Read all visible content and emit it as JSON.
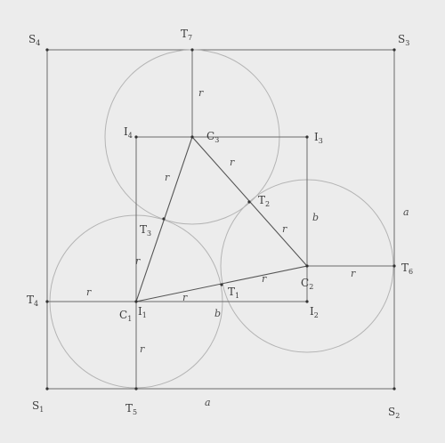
{
  "labels": {
    "S1": {
      "main": "S",
      "sub": "1"
    },
    "S2": {
      "main": "S",
      "sub": "2"
    },
    "S3": {
      "main": "S",
      "sub": "3"
    },
    "S4": {
      "main": "S",
      "sub": "4"
    },
    "T1": {
      "main": "T",
      "sub": "1"
    },
    "T2": {
      "main": "T",
      "sub": "2"
    },
    "T3": {
      "main": "T",
      "sub": "3"
    },
    "T4": {
      "main": "T",
      "sub": "4"
    },
    "T5": {
      "main": "T",
      "sub": "5"
    },
    "T6": {
      "main": "T",
      "sub": "6"
    },
    "T7": {
      "main": "T",
      "sub": "7"
    },
    "C1": {
      "main": "C",
      "sub": "1"
    },
    "C2": {
      "main": "C",
      "sub": "2"
    },
    "C3": {
      "main": "C",
      "sub": "3"
    },
    "I1": {
      "main": "I",
      "sub": "1"
    },
    "I2": {
      "main": "I",
      "sub": "2"
    },
    "I3": {
      "main": "I",
      "sub": "3"
    },
    "I4": {
      "main": "I",
      "sub": "4"
    }
  },
  "symbols": {
    "r": "r",
    "a": "a",
    "b": "b"
  }
}
